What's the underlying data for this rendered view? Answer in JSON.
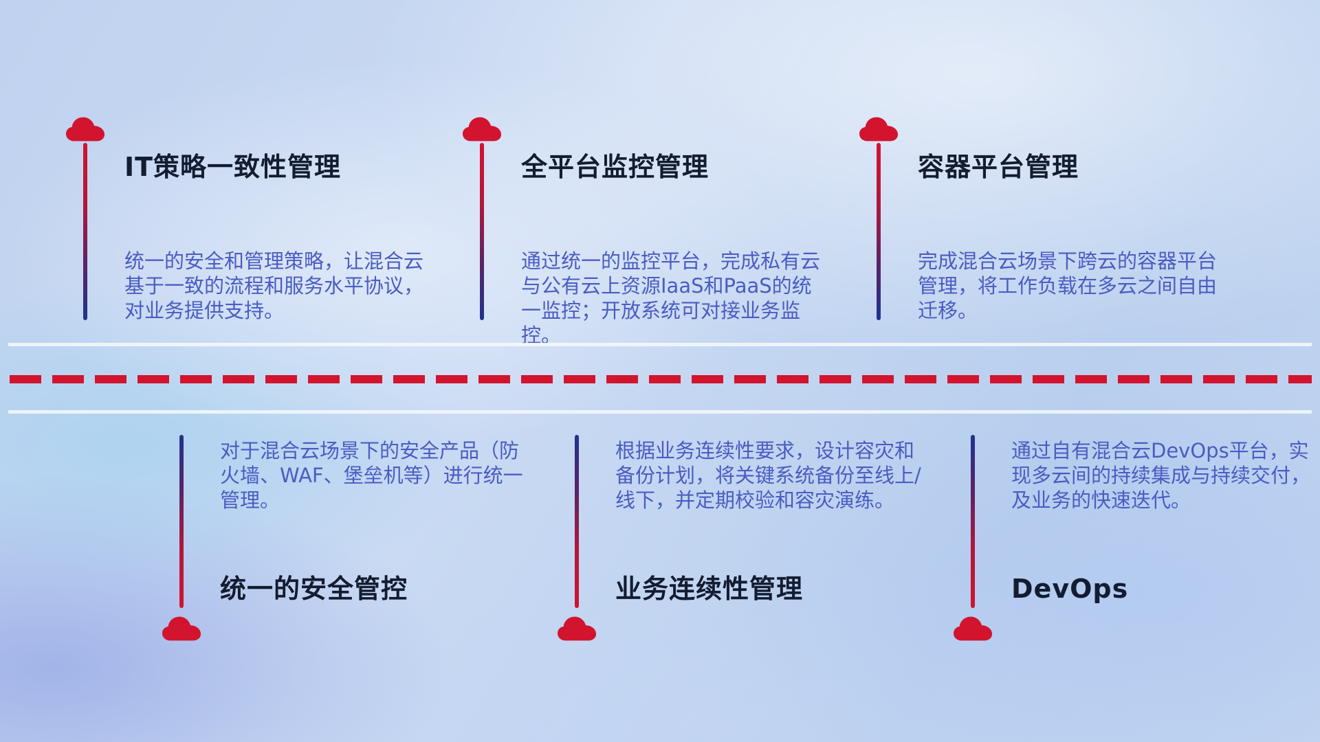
{
  "colors": {
    "accent_red": "#d2142f",
    "deep_blue": "#1f3390",
    "title_text": "#131c30",
    "description_text": "#4a5cc2",
    "divider_line": "#f6f9fd",
    "background_base": "#c0d2ef"
  },
  "icons": {
    "cloud_icon": "cloud"
  },
  "top_items": [
    {
      "title": "IT策略一致性管理",
      "description": "统一的安全和管理策略，让混合云基于一致的流程和服务水平协议，对业务提供支持。"
    },
    {
      "title": "全平台监控管理",
      "description": "通过统一的监控平台，完成私有云与公有云上资源IaaS和PaaS的统一监控；开放系统可对接业务监控。"
    },
    {
      "title": "容器平台管理",
      "description": "完成混合云场景下跨云的容器平台管理，将工作负载在多云之间自由迁移。"
    }
  ],
  "bottom_items": [
    {
      "title": "统一的安全管控",
      "description": "对于混合云场景下的安全产品（防火墙、WAF、堡垒机等）进行统一管理。"
    },
    {
      "title": "业务连续性管理",
      "description": "根据业务连续性要求，设计容灾和备份计划，将关键系统备份至线上/线下，并定期校验和容灾演练。"
    },
    {
      "title": "DevOps",
      "description": "通过自有混合云DevOps平台，实现多云间的持续集成与持续交付，及业务的快速迭代。"
    }
  ]
}
